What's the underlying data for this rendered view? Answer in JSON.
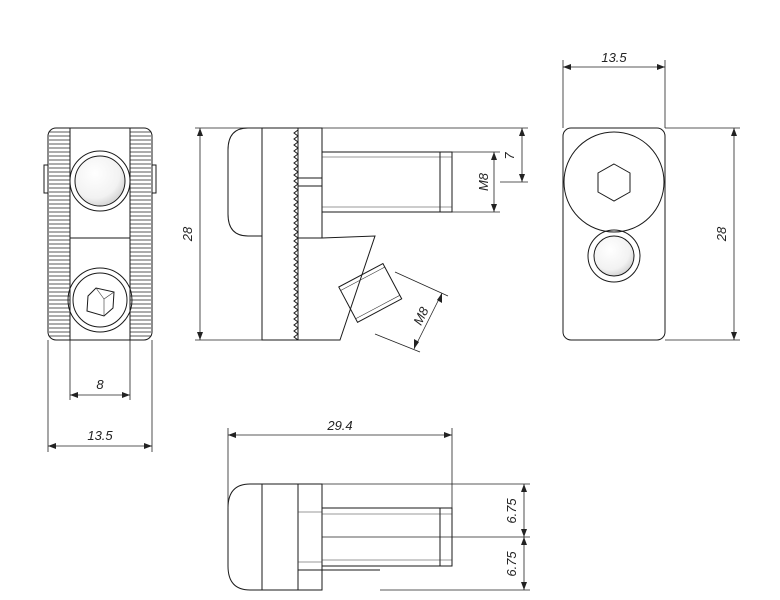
{
  "views": {
    "front": {
      "width_dim": "13.5",
      "bolt_spacing_dim": "8"
    },
    "side": {
      "height_dim": "28",
      "thread_upper_dim": "M8",
      "offset_dim": "7",
      "thread_angled_dim": "M8"
    },
    "right": {
      "width_dim": "13.5",
      "height_dim": "28"
    },
    "top": {
      "length_dim": "29.4",
      "upper_half_dim": "6.75",
      "lower_half_dim": "6.75"
    }
  }
}
